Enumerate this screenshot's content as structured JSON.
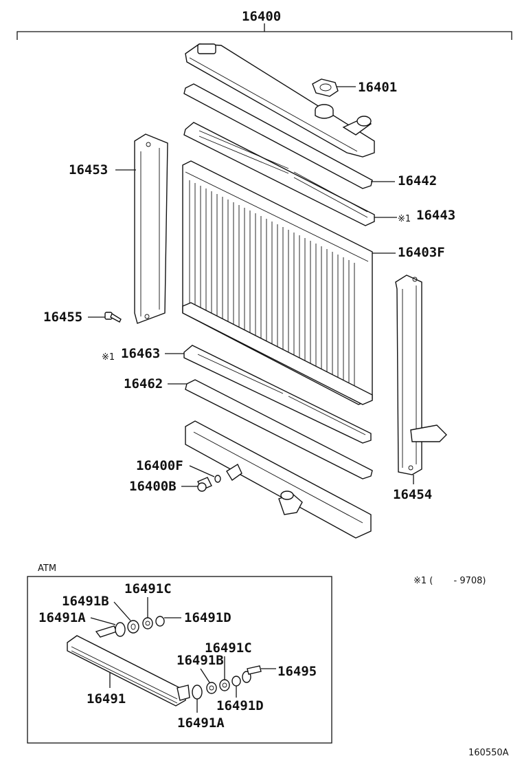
{
  "labels": {
    "assembly": "16400",
    "p16401": "16401",
    "p16442": "16442",
    "p16443": "16443",
    "p16443_mark": "※1",
    "p16403F": "16403F",
    "p16453": "16453",
    "p16455": "16455",
    "p16463": "16463",
    "p16463_mark": "※1",
    "p16462": "16462",
    "p16400F": "16400F",
    "p16400B": "16400B",
    "p16454": "16454"
  },
  "atm": {
    "title": "ATM",
    "p16491C_a": "16491C",
    "p16491B_a": "16491B",
    "p16491A_a": "16491A",
    "p16491D_a": "16491D",
    "p16491C_b": "16491C",
    "p16491B_b": "16491B",
    "p16495": "16495",
    "p16491": "16491",
    "p16491D_b": "16491D",
    "p16491A_b": "16491A"
  },
  "footnote": "※1 (　　 - 9708)",
  "figure_code": "160550A",
  "colors": {
    "ink": "#111111",
    "background": "#ffffff"
  }
}
